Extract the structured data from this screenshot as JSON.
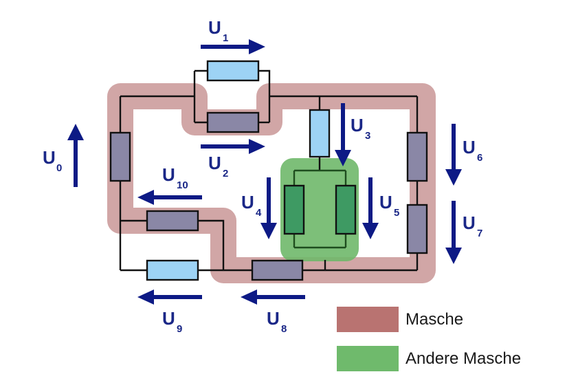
{
  "colors": {
    "mesh": "#c99696",
    "mesh_other": "#6fb86a",
    "legend_mesh": "#b97371",
    "legend_mesh_other": "#6fba6c",
    "resistor_light": "#9dd3f5",
    "resistor_dark": "#8a87a6",
    "resistor_green": "#3e9a63",
    "arrow": "#0d1a85"
  },
  "voltages": [
    {
      "id": "u0",
      "main": "U",
      "sub": "0"
    },
    {
      "id": "u1",
      "main": "U",
      "sub": "1"
    },
    {
      "id": "u2",
      "main": "U",
      "sub": "2"
    },
    {
      "id": "u3",
      "main": "U",
      "sub": "3"
    },
    {
      "id": "u4",
      "main": "U",
      "sub": "4"
    },
    {
      "id": "u5",
      "main": "U",
      "sub": "5"
    },
    {
      "id": "u6",
      "main": "U",
      "sub": "6"
    },
    {
      "id": "u7",
      "main": "U",
      "sub": "7"
    },
    {
      "id": "u8",
      "main": "U",
      "sub": "8"
    },
    {
      "id": "u9",
      "main": "U",
      "sub": "9"
    },
    {
      "id": "u10",
      "main": "U",
      "sub": "10"
    }
  ],
  "legend": [
    {
      "label": "Masche",
      "color": "#b97371"
    },
    {
      "label": "Andere Masche",
      "color": "#6fba6c"
    }
  ]
}
